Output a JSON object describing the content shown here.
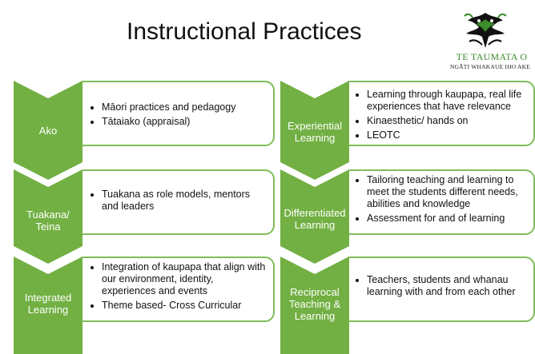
{
  "title": "Instructional Practices",
  "logo": {
    "name": "TE TAUMATA O",
    "subtitle": "NGĀTI WHAKAUE IHO AKE",
    "colors": {
      "green": "#3c8c2c",
      "black": "#111111"
    }
  },
  "colors": {
    "chevron": "#72b043",
    "border": "#7fbd5a"
  },
  "left_column": [
    {
      "label": "Ako",
      "bullets": [
        "Māori practices and pedagogy",
        "Tātaiako (appraisal)"
      ]
    },
    {
      "label": "Tuakana/\nTeina",
      "bullets": [
        "Tuakana as role models, mentors and leaders"
      ]
    },
    {
      "label": "Integrated\nLearning",
      "bullets": [
        "Integration of kaupapa that align with our environment, identity, experiences and events",
        "Theme based- Cross Curricular"
      ]
    }
  ],
  "right_column": [
    {
      "label": "Experiential\nLearning",
      "bullets": [
        "Learning through kaupapa, real life experiences that have relevance",
        "Kinaesthetic/ hands on",
        "LEOTC"
      ]
    },
    {
      "label": "Differentiated\nLearning",
      "bullets": [
        "Tailoring teaching and learning to meet the students different needs, abilities and knowledge",
        "Assessment for and of learning"
      ]
    },
    {
      "label": "Reciprocal\nTeaching &\nLearning",
      "bullets": [
        "Teachers, students and whanau learning with and from each other"
      ]
    }
  ]
}
